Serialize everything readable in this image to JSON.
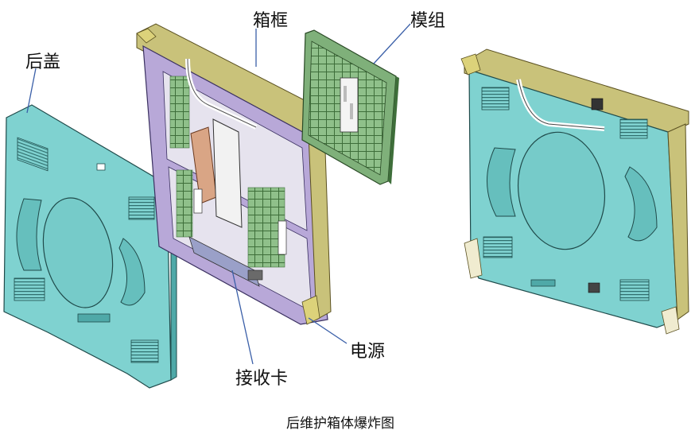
{
  "labels": {
    "back_cover": "后盖",
    "cabinet_frame": "箱框",
    "module": "模组",
    "power_supply": "电源",
    "receiving_card": "接收卡"
  },
  "caption": "后维护箱体爆炸图",
  "colors": {
    "cover": "#7fd2d0",
    "cover_dark": "#4fa9a8",
    "frame": "#b8a8d8",
    "frame_edge": "#c9c27a",
    "module": "#7fb07a",
    "module_dark": "#3e6e3a",
    "heatsink": "#d9a585",
    "leader": "#3a5fa8"
  }
}
